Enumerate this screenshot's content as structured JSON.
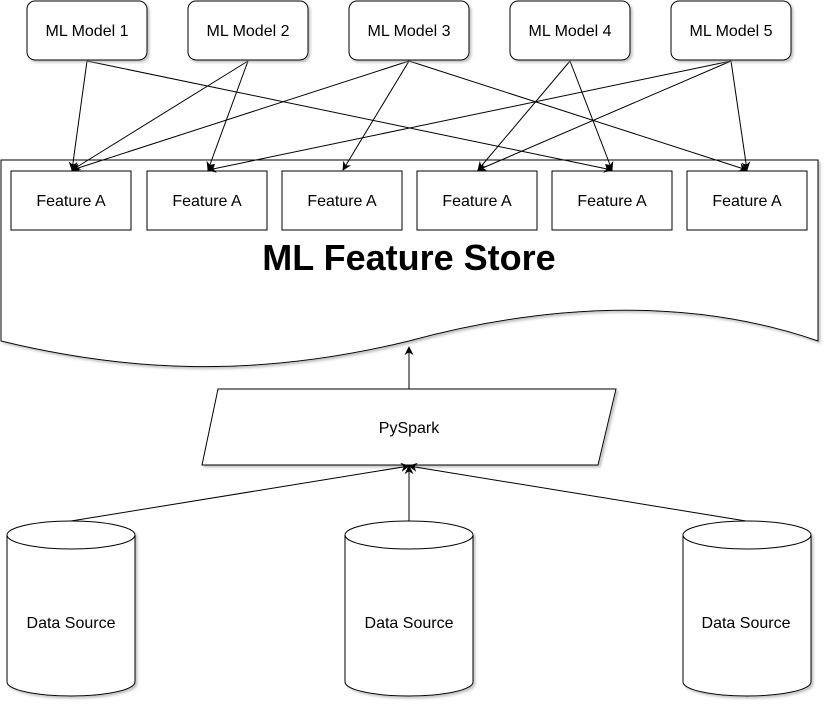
{
  "diagram": {
    "models": [
      {
        "label": "ML Model 1"
      },
      {
        "label": "ML Model 2"
      },
      {
        "label": "ML Model 3"
      },
      {
        "label": "ML Model 4"
      },
      {
        "label": "ML Model 5"
      }
    ],
    "features": [
      {
        "label": "Feature A"
      },
      {
        "label": "Feature A"
      },
      {
        "label": "Feature A"
      },
      {
        "label": "Feature A"
      },
      {
        "label": "Feature A"
      },
      {
        "label": "Feature A"
      }
    ],
    "store": {
      "title": "ML Feature Store"
    },
    "processor": {
      "label": "PySpark"
    },
    "sources": [
      {
        "label": "Data Source"
      },
      {
        "label": "Data Source"
      },
      {
        "label": "Data Source"
      }
    ],
    "model_feature_links": [
      {
        "model": 1,
        "feature": 1
      },
      {
        "model": 1,
        "feature": 5
      },
      {
        "model": 2,
        "feature": 1
      },
      {
        "model": 2,
        "feature": 2
      },
      {
        "model": 3,
        "feature": 1
      },
      {
        "model": 3,
        "feature": 3
      },
      {
        "model": 3,
        "feature": 6
      },
      {
        "model": 4,
        "feature": 4
      },
      {
        "model": 4,
        "feature": 5
      },
      {
        "model": 5,
        "feature": 2
      },
      {
        "model": 5,
        "feature": 4
      },
      {
        "model": 5,
        "feature": 6
      }
    ],
    "colors": {
      "stroke": "#000000",
      "fill": "#ffffff",
      "shadow": "#999999"
    }
  }
}
